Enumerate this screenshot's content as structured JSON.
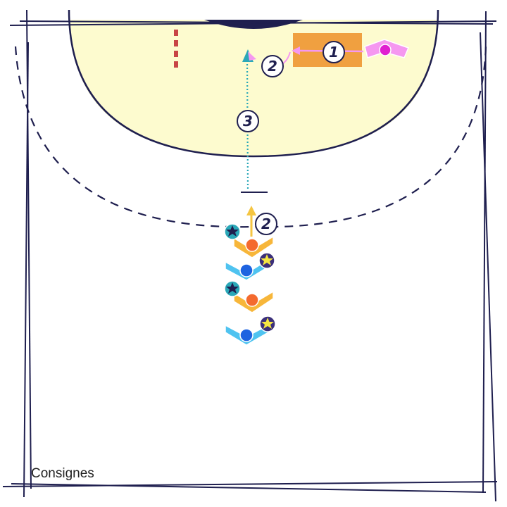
{
  "caption": "Consignes",
  "colors": {
    "court_line": "#1f1f4f",
    "goal_area": "#fdfbcf",
    "goal_post": "#c84545",
    "coach_box": "#f0a040",
    "coach_player": "#f598f0",
    "coach_ball": "#e020d0",
    "attacker_orange": "#f7b63a",
    "attacker_blue": "#4fc3f0",
    "ball_orange": "#f46a2e",
    "ball_blue": "#1e63e0",
    "run_path": "#2aa8b8",
    "shot_arrow": "#f5c542"
  },
  "steps": [
    {
      "number": "1",
      "meaning": "pass from coach"
    },
    {
      "number": "2",
      "meaning": "receive"
    },
    {
      "number": "2",
      "meaning": "start run"
    },
    {
      "number": "3",
      "meaning": "run to goal"
    }
  ],
  "players": [
    {
      "team": "orange",
      "marker": "dark-star"
    },
    {
      "team": "blue",
      "marker": "yellow-star"
    },
    {
      "team": "orange",
      "marker": "dark-star"
    },
    {
      "team": "blue",
      "marker": "yellow-star"
    }
  ]
}
